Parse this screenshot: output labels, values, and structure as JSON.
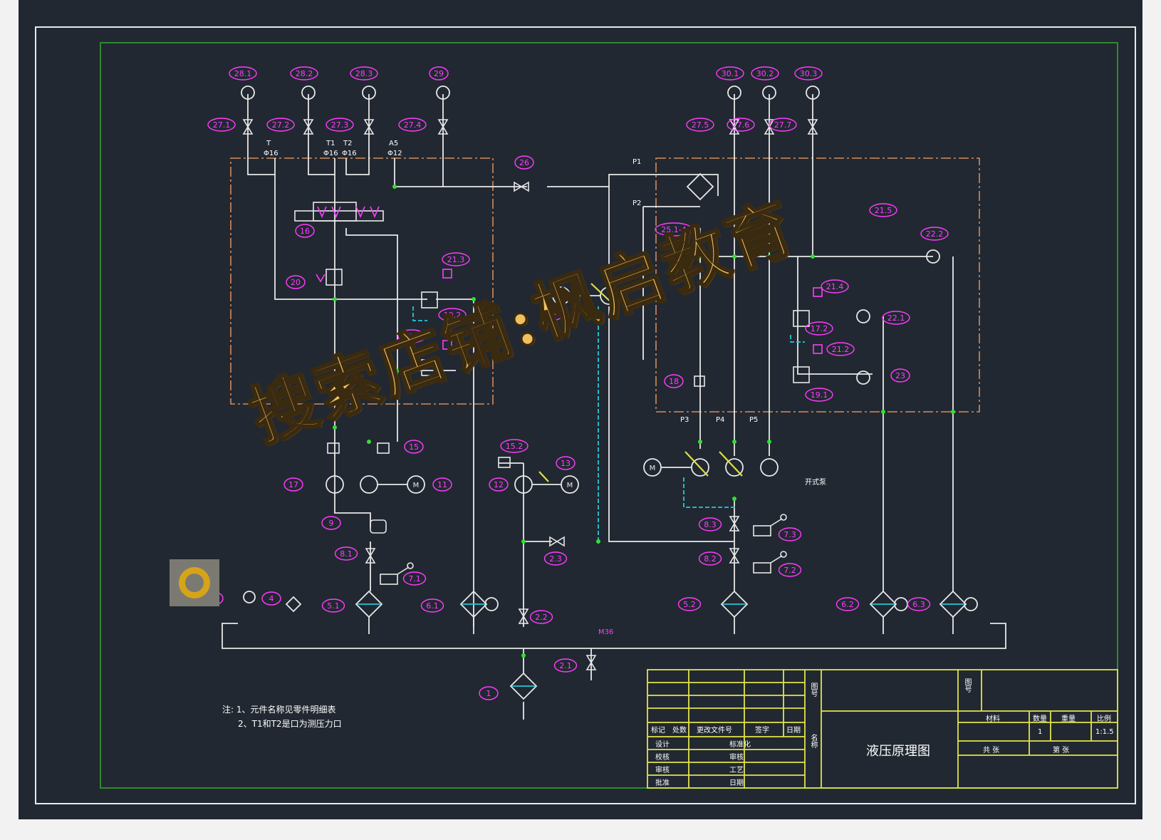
{
  "drawing": {
    "watermark": "搜索店铺:枫启教育",
    "title": "液压原理图",
    "notes": [
      "注: 1、元件名称见零件明细表",
      "2、T1和T2是口为测压力口"
    ],
    "callouts": [
      "28.1",
      "28.2",
      "28.3",
      "29",
      "30.1",
      "30.2",
      "30.3",
      "27.1",
      "27.2",
      "27.3",
      "27.4",
      "27.5",
      "27.6",
      "27.7",
      "26",
      "16",
      "20",
      "21.3",
      "19.2",
      "21.1",
      "21.5",
      "22.2",
      "25.1-4",
      "14",
      "21.4",
      "17.2",
      "22.1",
      "21.2",
      "23",
      "18",
      "19.1",
      "15",
      "17",
      "11",
      "15.2",
      "13",
      "12",
      "9",
      "8.1",
      "7.1",
      "5.1",
      "6.1",
      "2.2",
      "2.3",
      "2.1",
      "1",
      "5.2",
      "6.2",
      "6.3",
      "7.3",
      "7.2",
      "8.3",
      "8.2",
      "4",
      "3"
    ],
    "port_labels": [
      "T",
      "T1",
      "T2",
      "A5",
      "P1",
      "P2",
      "P3",
      "P4",
      "P5"
    ],
    "port_sizes": [
      "Φ16",
      "Φ16",
      "Φ16",
      "Φ12"
    ],
    "pump_note": "开式泵",
    "tank_label": "M36",
    "title_block": {
      "headers": [
        "标记",
        "处数",
        "更改文件号",
        "签字",
        "日期"
      ],
      "rows": [
        [
          "设计",
          "标准化"
        ],
        [
          "校核",
          "审核"
        ],
        [
          "审核",
          "工艺"
        ],
        [
          "批准",
          "日期"
        ]
      ],
      "right_headers": [
        "材料",
        "数量",
        "重量",
        "比例"
      ],
      "scale": "1:1.5",
      "sheet": [
        "共 张",
        "第 张"
      ],
      "side_labels": [
        "图号",
        "名称",
        "图号"
      ],
      "qty": "1"
    }
  },
  "colors": {
    "bg": "#212831",
    "frame": "#e8e8e8",
    "green_border": "#2f8a2f",
    "lines": "#e8e8e8",
    "labels": "#ff3cff",
    "manifold": "#d58a5a",
    "pilot": "#27c6d6",
    "titleblock": "#e3e34a",
    "watermark": "#f0c060"
  }
}
